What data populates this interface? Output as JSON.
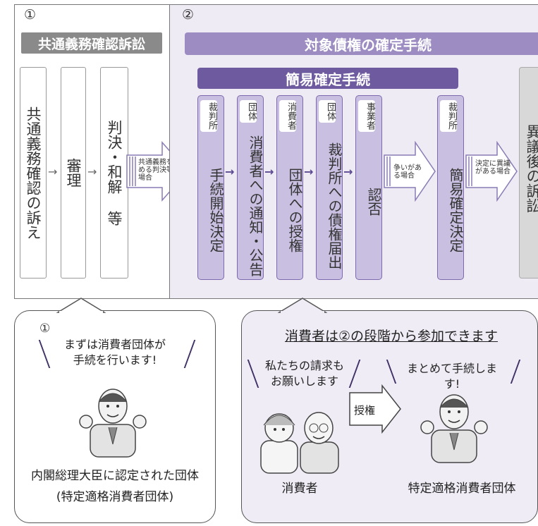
{
  "panel1": {
    "number": "①",
    "title": "共通義務確認訴訟",
    "steps": [
      "共通義務確認の訴え",
      "審理",
      "判決・和解 等"
    ],
    "arrow_note": "共通義務を認める判決等の場合"
  },
  "panel2": {
    "number": "②",
    "title": "対象債権の確定手続",
    "subtitle": "簡易確定手続",
    "steps": [
      {
        "actor": "裁判所",
        "text": "手続開始決定"
      },
      {
        "actor": "団体",
        "text": "消費者への通知・公告"
      },
      {
        "actor": "消費者",
        "text": "団体への授権"
      },
      {
        "actor": "団体",
        "text": "裁判所への債権届出"
      },
      {
        "actor": "事業者",
        "text": "認否"
      },
      {
        "actor": "裁判所",
        "text": "簡易確定決定"
      }
    ],
    "note_dispute": "争いがある場合",
    "note_objection": "決定に異議がある場合",
    "final_step": "異議後の訴訟"
  },
  "bubble1": {
    "number": "①",
    "speech": "まずは消費者団体が手続を行います!",
    "caption_line1": "内閣総理大臣に認定された団体",
    "caption_line2": "(特定適格消費者団体)"
  },
  "bubble2": {
    "heading": "消費者は②の段階から参加できます",
    "speech_left": "私たちの請求もお願いします",
    "speech_right": "まとめて手続します!",
    "arrow_label": "授権",
    "caption_left": "消費者",
    "caption_right": "特定適格消費者団体"
  }
}
